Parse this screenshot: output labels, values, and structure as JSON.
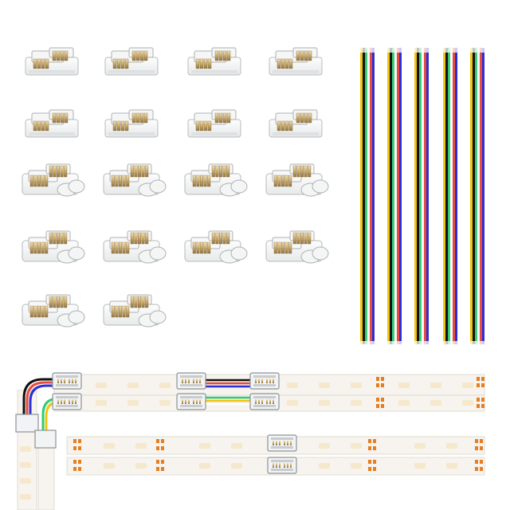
{
  "product": {
    "connectors": {
      "kind": "clear snap-on LED strip connectors",
      "rows": [
        {
          "style": "straight",
          "count": 4
        },
        {
          "style": "straight",
          "count": 4
        },
        {
          "style": "straight-with-clips",
          "count": 4
        },
        {
          "style": "straight-with-clips",
          "count": 4
        },
        {
          "style": "straight-with-clips",
          "count": 2
        }
      ]
    },
    "extension_cables": {
      "count": 5,
      "wire_colors": [
        "#f1c40f",
        "#111111",
        "#2ecc71",
        "#ffffff",
        "#e74c3c",
        "#2a2fd6"
      ]
    },
    "strip_demo": {
      "strip_color": "#f7f3ee",
      "led_color": "#f4e7c8",
      "pad_color": "#e67e22",
      "bend_wire_colors": [
        "#111111",
        "#e74c3c",
        "#2a2fd6"
      ],
      "inner_wire_colors": [
        "#2ecc71",
        "#f1c40f",
        "#ffffff"
      ]
    }
  }
}
